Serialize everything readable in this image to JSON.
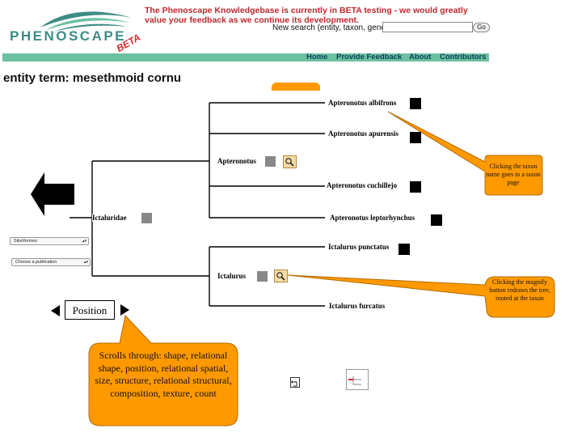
{
  "header": {
    "logo_text": "PHENOSCAPE",
    "logo_badge": "BETA",
    "beta_notice": "The Phenoscape Knowledgebase is currently in BETA testing - we would greatly value your feedback as we continue its development.",
    "search_label": "New search (entity, taxon, gene):",
    "search_value": "",
    "go_label": "Go"
  },
  "nav": {
    "items": [
      "Home",
      "Provide Feedback",
      "About",
      "Contributors"
    ],
    "color": "#6cc0a0"
  },
  "page_title": "entity term: mesethmoid cornu",
  "tree": {
    "root": "Ictaluridae",
    "clades": [
      "Apteronotus",
      "Ictalurus"
    ],
    "leaves": [
      "Apteronotus albifrons",
      "Apteronotus apurensis",
      "Apteronotus cuchillejo",
      "Apteronotus leptorhynchus",
      "Ictalurus punctatus",
      "Ictalurus furcatus"
    ]
  },
  "controls": {
    "order_select": "Siluriformes",
    "publication_select": "Choose a publication",
    "position_label": "Position"
  },
  "callouts": {
    "taxon_name": "Clicking the taxon name goes to a taxon page",
    "magnify": "Clicking the magnify button redraws the tree, rooted at the taxon",
    "scroll": "Scrolls through: shape, relational shape, position, relational spatial, size, structure, relational structural, composition, texture, count"
  },
  "colors": {
    "callout_fill": "#ff9900",
    "callout_stroke": "#b36b00",
    "title_red": "#c0272d"
  }
}
